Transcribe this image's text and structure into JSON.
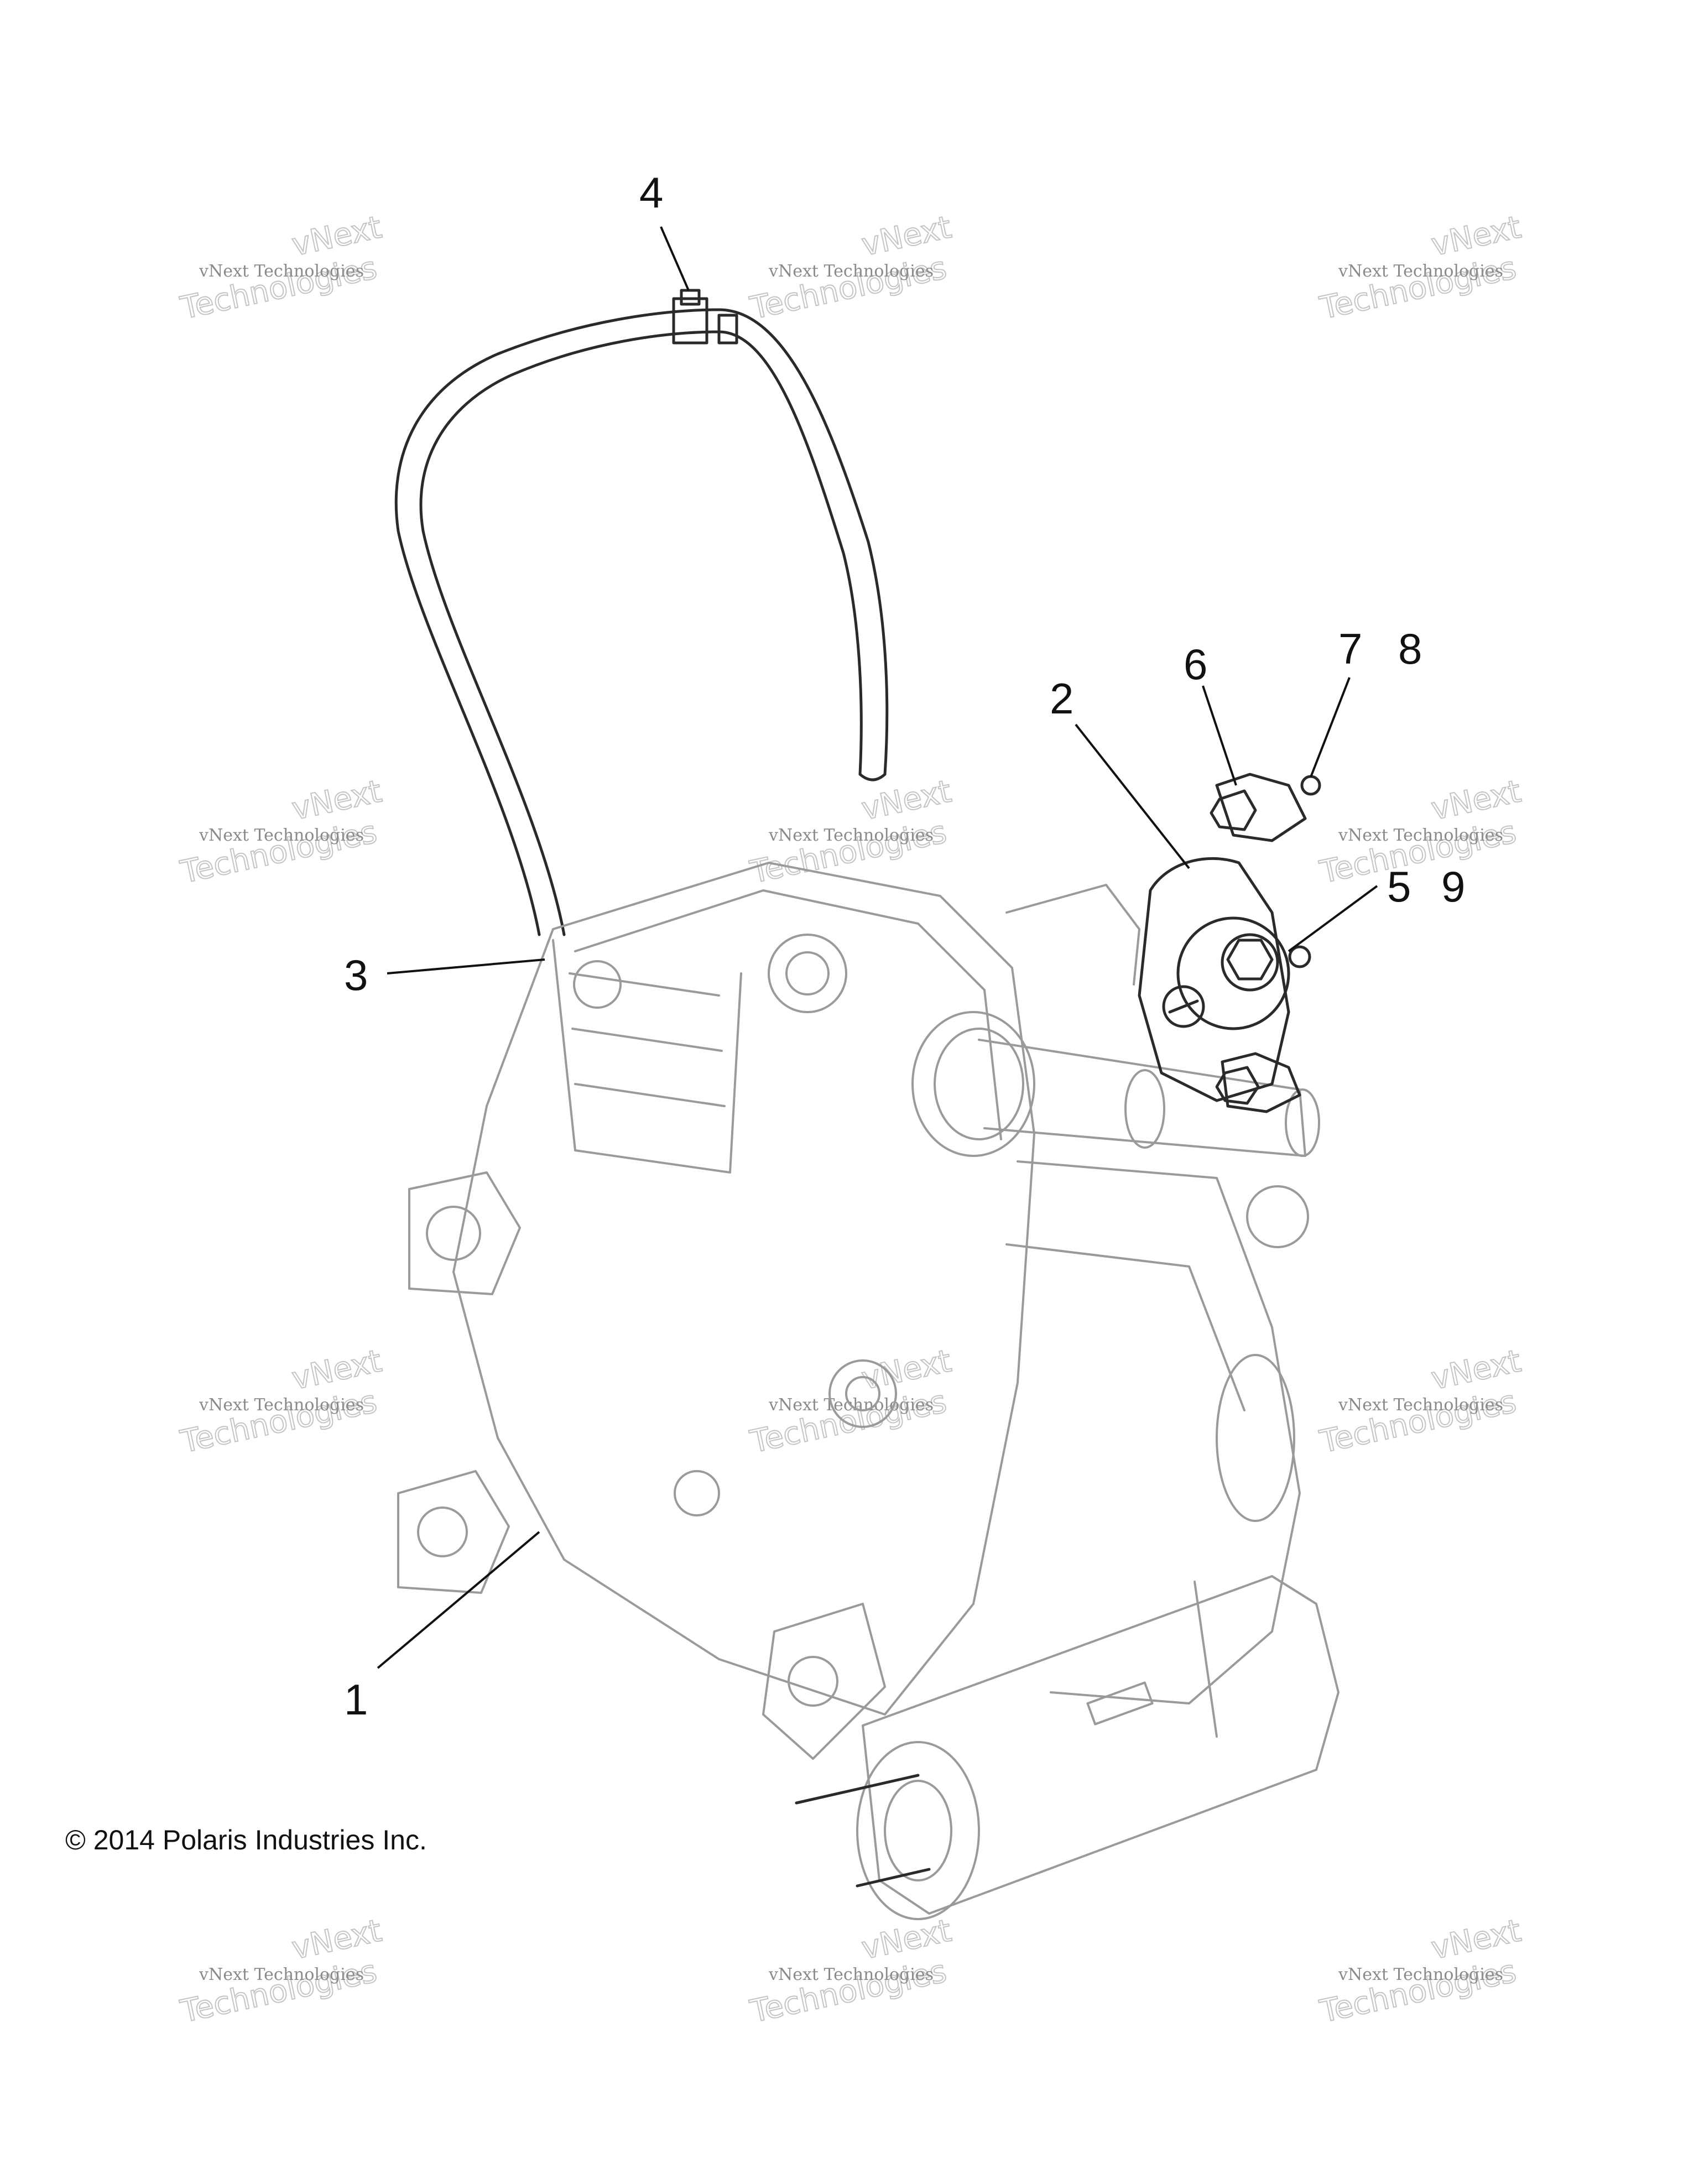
{
  "callouts": [
    {
      "id": "1",
      "label": "1"
    },
    {
      "id": "2",
      "label": "2"
    },
    {
      "id": "3",
      "label": "3"
    },
    {
      "id": "4",
      "label": "4"
    },
    {
      "id": "5",
      "label": "5"
    },
    {
      "id": "6",
      "label": "6"
    },
    {
      "id": "7",
      "label": "7"
    },
    {
      "id": "8",
      "label": "8"
    },
    {
      "id": "9",
      "label": "9"
    }
  ],
  "copyright": "© 2014 Polaris Industries Inc.",
  "watermark": {
    "line1": "vNext Technologies",
    "line2": "vNext",
    "line3": "Technologies"
  },
  "colors": {
    "part_outline": "#9a9a9a",
    "detail_outline": "#2a2a2a",
    "watermark": "#c4c4c4"
  }
}
